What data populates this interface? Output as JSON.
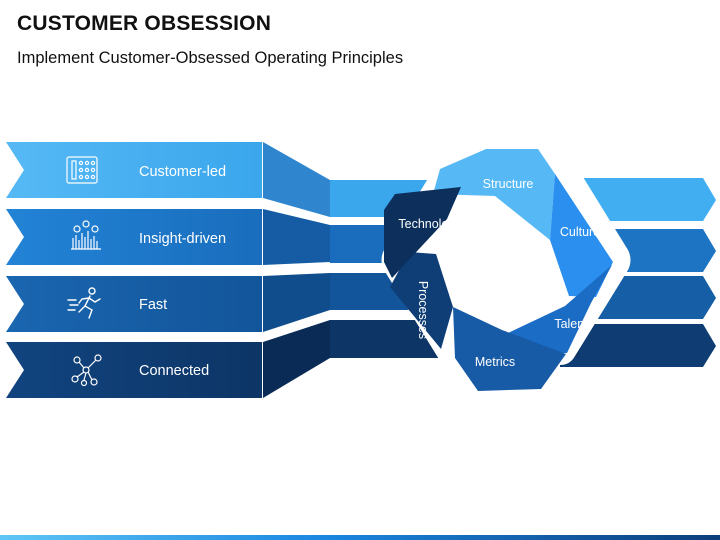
{
  "header": {
    "title": "CUSTOMER OBSESSION",
    "subtitle": "Implement Customer-Obsessed Operating Principles"
  },
  "rows": [
    {
      "label": "Customer-led",
      "icon": "calculator-icon"
    },
    {
      "label": "Insight-driven",
      "icon": "bar-chart-icon"
    },
    {
      "label": "Fast",
      "icon": "running-man-icon"
    },
    {
      "label": "Connected",
      "icon": "network-icon"
    }
  ],
  "cycle": {
    "segments": [
      {
        "label": "Structure"
      },
      {
        "label": "Culture"
      },
      {
        "label": "Talent"
      },
      {
        "label": "Metrics"
      },
      {
        "label": "Processes"
      },
      {
        "label": "Technology"
      }
    ]
  },
  "colors": {
    "row1": "#42aef2",
    "row2": "#1d74c3",
    "row3": "#165ea5",
    "row4": "#0f3d73",
    "structure": "#56b9f5",
    "culture": "#2b8ff0",
    "talent": "#1b6cc4",
    "metrics": "#175aa5",
    "processes": "#0f3e77",
    "technology": "#0c2f5c"
  }
}
